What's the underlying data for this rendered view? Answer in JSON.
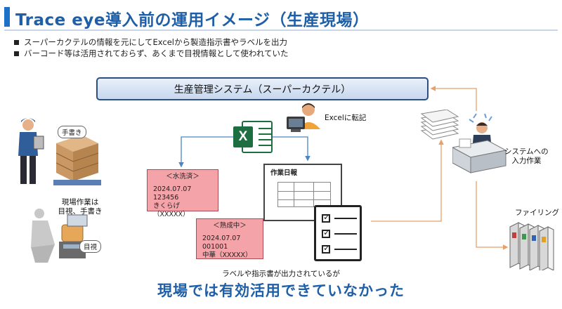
{
  "title": "Trace eye導入前の運用イメージ（生産現場）",
  "bullets": [
    "スーパーカクテルの情報を元にしてExcelから製造指示書やラベルを出力",
    "バーコード等は活用されておらず、あくまで目視情報として使われていた"
  ],
  "system_box": "生産管理システム（スーパーカクテル）",
  "excel_transfer_label": "Excelに転記",
  "system_input_label": [
    "システムへの",
    "入力作業"
  ],
  "filing_label": "ファイリング",
  "handwriting_tag": "手書き",
  "visual_check_tag": "目視",
  "field_work_label": [
    "現場作業は",
    "目視、手書き"
  ],
  "label_cards": [
    {
      "header": "＜水洗済＞",
      "lines": [
        "2024.07.07",
        "123456",
        "きくらげ（XXXXX）"
      ]
    },
    {
      "header": "＜熟成中＞",
      "lines": [
        "2024.07.07",
        "001001",
        "中華（XXXXX）"
      ]
    }
  ],
  "work_order_title": "作業日報",
  "excel_icon_letter": "X",
  "caption_small": "ラベルや指示書が出力されているが",
  "caption_big": "現場では有効活用できていなかった",
  "colors": {
    "accent_blue": "#1e5fa8",
    "arrow_blue": "#4a86c5",
    "arrow_orange": "#e8a06a",
    "label_pink": "#f4a3a8",
    "excel_green": "#1d6f42"
  },
  "icons": [
    "worker-icon",
    "boxes-icon",
    "office-person-icon",
    "paper-stack-icon",
    "desk-worker-icon",
    "binders-icon",
    "scale-worker-icon",
    "checklist-icon",
    "excel-icon"
  ]
}
